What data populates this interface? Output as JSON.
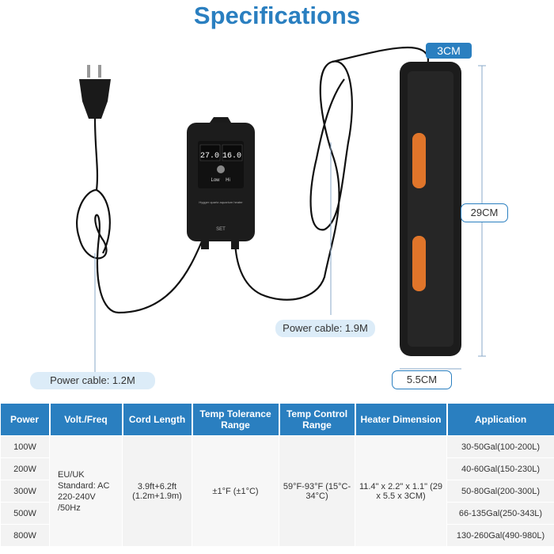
{
  "title": "Specifications",
  "dimensions": {
    "width": "3CM",
    "height": "29CM",
    "depth": "5.5CM"
  },
  "cables": {
    "controller_cable": "Power cable: 1.2M",
    "heater_cable": "Power cable: 1.9M"
  },
  "controller": {
    "temp_left": "27.0",
    "temp_right": "16.0",
    "low_label": "Low",
    "high_label": "Hi",
    "brand_line": "Hygger quartz aquarium heater",
    "set_label": "SET"
  },
  "table": {
    "headers": [
      "Power",
      "Volt./Freq",
      "Cord Length",
      "Temp Tolerance Range",
      "Temp Control Range",
      "Heater Dimension",
      "Application"
    ],
    "powers": [
      "100W",
      "200W",
      "300W",
      "500W",
      "800W"
    ],
    "volt_freq": "EU/UK Standard: AC 220-240V /50Hz",
    "cord_length": "3.9ft+6.2ft (1.2m+1.9m)",
    "temp_tolerance": "±1°F (±1°C)",
    "temp_control": "59°F-93°F (15°C-34°C)",
    "heater_dimension": "11.4\" x 2.2\" x 1.1\" (29 x 5.5 x 3CM)",
    "applications": [
      "30-50Gal(100-200L)",
      "40-60Gal(150-230L)",
      "50-80Gal(200-300L)",
      "66-135Gal(250-343L)",
      "130-260Gal(490-980L)"
    ]
  },
  "colors": {
    "accent": "#2a7fc0",
    "heater_body": "#1c1c1c",
    "heater_window": "#e0752a"
  }
}
